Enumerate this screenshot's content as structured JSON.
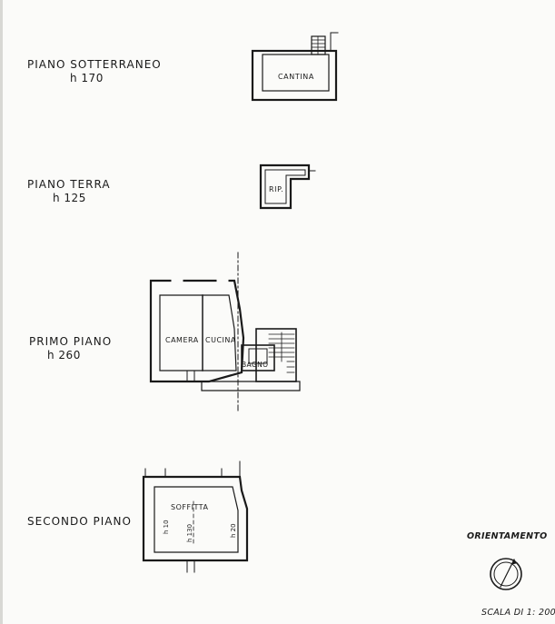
{
  "floors": [
    {
      "name": "PIANO  SOTTERRANEO",
      "height": "h 170",
      "rooms": [
        "CANTINA"
      ]
    },
    {
      "name": "PIANO  TERRA",
      "height": "h 125",
      "rooms": [
        "RIP."
      ]
    },
    {
      "name": "PRIMO PIANO",
      "height": "h 260",
      "rooms": [
        "CAMERA",
        "CUCINA",
        "BAGNO"
      ]
    },
    {
      "name": "SECONDO  PIANO",
      "height": "",
      "rooms": [
        "SOFFITTA"
      ]
    }
  ],
  "soffitta_heights": [
    "h 10",
    "h 130",
    "h 20"
  ],
  "legend": {
    "orientation_title": "ORIENTAMENTO",
    "scale": "SCALA DI 1: 200"
  },
  "colors": {
    "ink": "#1a1a1a",
    "paper": "#fbfbf9"
  }
}
